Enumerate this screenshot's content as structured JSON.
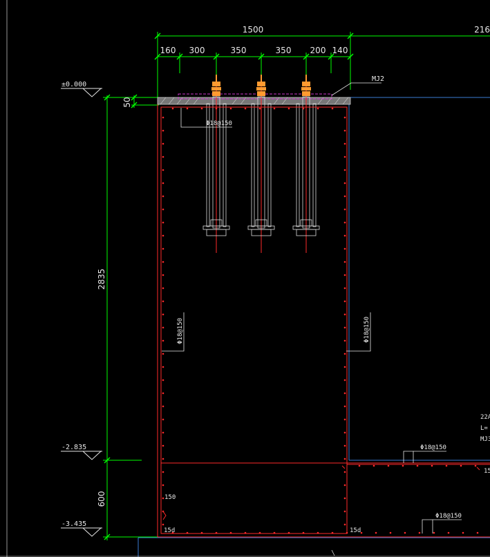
{
  "drawing": {
    "dimensions": {
      "top_total": "1500",
      "top_right_partial": "216",
      "segments": [
        "160",
        "300",
        "350",
        "350",
        "200",
        "140"
      ],
      "slab": "50",
      "height_main": "2835",
      "height_bottom": "600"
    },
    "elevations": {
      "top": "±0.000",
      "mid": "-2.835",
      "bottom": "-3.435"
    },
    "callouts": {
      "embed_plate": "MJ2",
      "rebar_top": "Φ18@150",
      "rebar_left": "Φ18@150",
      "rebar_right": "Φ18@150",
      "rebar_ledge": "Φ18@150",
      "rebar_bottom": "Φ18@150",
      "lap_150": "150",
      "anchor_left": "15d",
      "anchor_mid": "15d",
      "edge_15": "15",
      "note_line1": "22A",
      "note_line2": "L=",
      "note_line3": "MJ3"
    },
    "colors": {
      "background": "#000000",
      "dimension": "#00ff00",
      "structure": "#ff2a2a",
      "outline": "#3a7bd5",
      "text": "#e8e8e8",
      "bolt": "#ff9a30",
      "embed": "#cc33cc"
    }
  }
}
